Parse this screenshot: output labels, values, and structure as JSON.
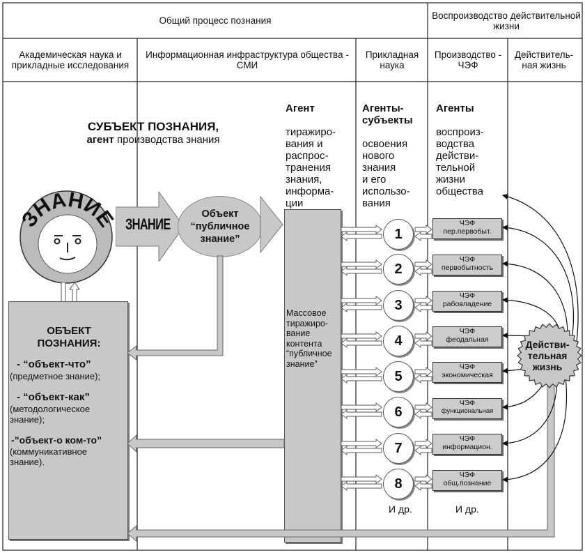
{
  "header": {
    "top_left": "Общий процесс познания",
    "top_right": "Воспроизводство действительной жизни",
    "col1": "Академическая  наука и прикладные исследования",
    "col2": "Информационная инфраструктура общества - СМИ",
    "col3": "Прикладная наука",
    "col4": "Производство - ЧЭФ",
    "col5": "Действитель-ная жизнь"
  },
  "subject": {
    "title": "СУБЪЕКТ ПОЗНАНИЯ,",
    "agent_bold": "агент",
    "agent_rest": " производства знания"
  },
  "knowledge_face": {
    "arc_text": "ЗНАНИЕ"
  },
  "arrow_label": "ЗНАНИЕ",
  "public_object": {
    "line1": "Объект",
    "line2": "“публичное",
    "line3": "знание”"
  },
  "agent_replication": {
    "head": "Агент",
    "body": "тиражиро-\nвания и\nраспрос-\nтранения\nзнания,\nинформа-\nции"
  },
  "agent_subjects": {
    "head": "Агенты-\nсубъекты",
    "body": "освоения\nнового\nзнания\nи его\nиспользо-\nвания"
  },
  "agent_reproduction": {
    "head": "Агенты",
    "body": "воспроиз-\nводства\nдействи-\nтельной\nжизни\nобщества"
  },
  "mass_replication": "Массовое тиражиро-вание контента “публичное знание”",
  "object_box": {
    "title": "ОБЪЕКТ ПОЗНАНИЯ:",
    "item1_bold": "- “объект-что”",
    "item1_rest": "(предметное знание);",
    "item2_bold": "- “объект-как”",
    "item2_rest": "(методологическое знание);",
    "item3_bold": "-”объект-о ком-то”",
    "item3_rest": "(коммуникативное знание)."
  },
  "numbers": [
    "1",
    "2",
    "3",
    "4",
    "5",
    "6",
    "7",
    "8"
  ],
  "cef": [
    {
      "top": "ЧЭФ",
      "bottom": "пер.первобыт."
    },
    {
      "top": "ЧЭФ",
      "bottom": "первобытность"
    },
    {
      "top": "ЧЭФ",
      "bottom": "рабовладение"
    },
    {
      "top": "ЧЭФ",
      "bottom": "феодальная"
    },
    {
      "top": "ЧЭФ",
      "bottom": "экономическая"
    },
    {
      "top": "ЧЭФ",
      "bottom": "функциональная"
    },
    {
      "top": "ЧЭФ",
      "bottom": "информацион."
    },
    {
      "top": "ЧЭФ",
      "bottom": "общ.познание"
    }
  ],
  "and_more_1": "И др.",
  "and_more_2": "И др.",
  "real_life": "Действи-тельная жизнь"
}
